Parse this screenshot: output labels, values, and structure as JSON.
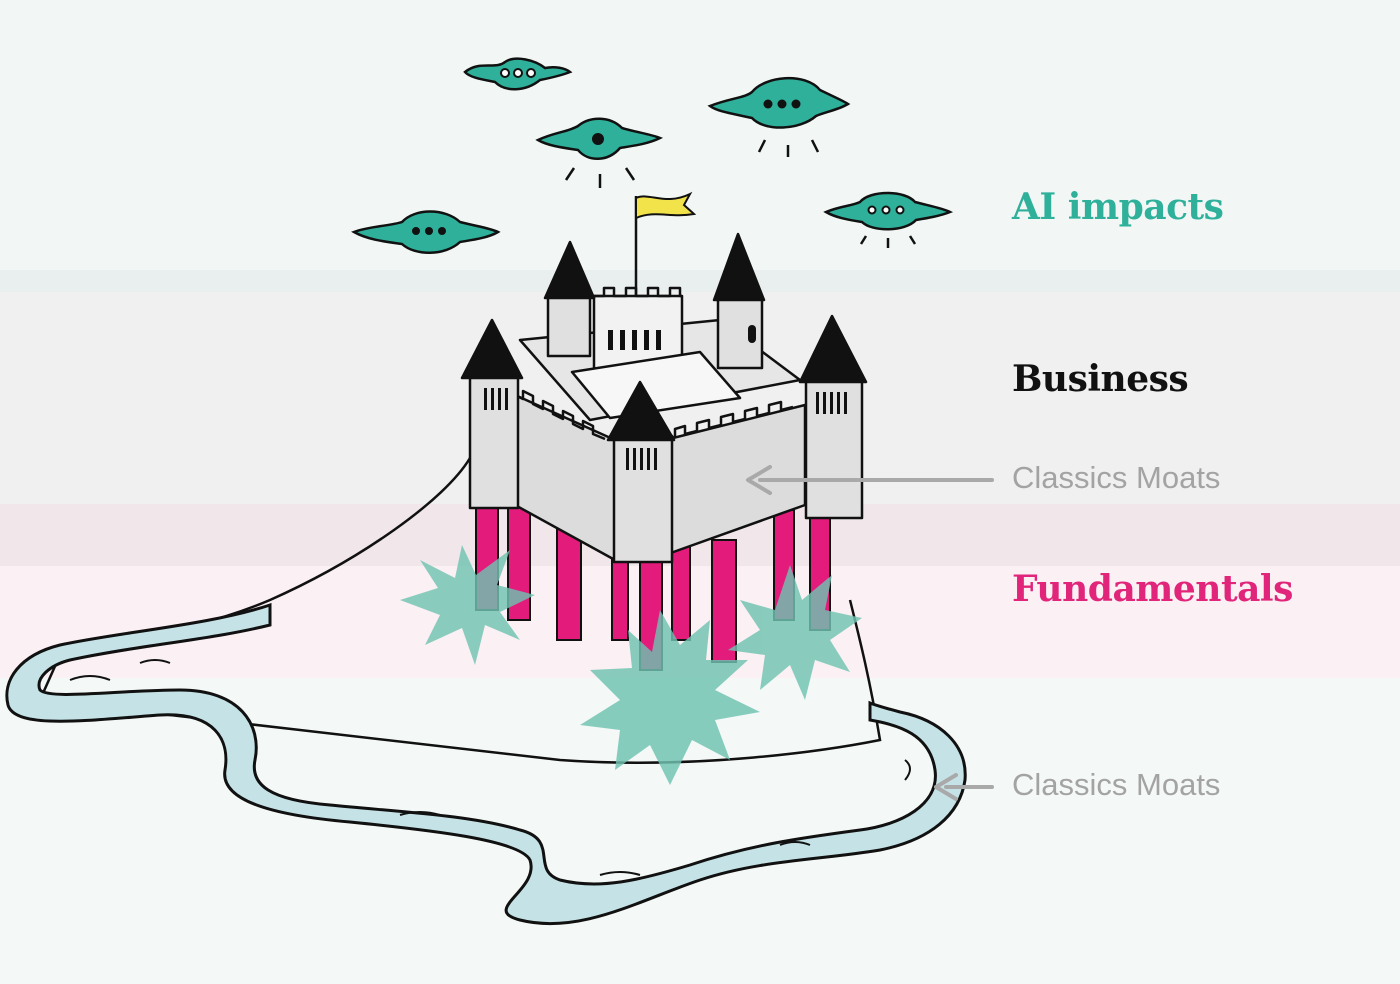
{
  "labels": {
    "ai_impacts": "AI impacts",
    "business": "Business",
    "classics_moats_upper": "Classics Moats",
    "fundamentals": "Fundamentals",
    "classics_moats_lower": "Classics Moats"
  },
  "colors": {
    "ai_teal": "#2fb09a",
    "fundamentals_pink": "#e0257a",
    "moat_water": "#c5e3e6",
    "arrow_gray": "#a9a9a9",
    "flag_yellow": "#f2e34b"
  },
  "icons": [
    "ufo-icon",
    "castle-icon",
    "flag-icon",
    "pillar-icon",
    "burst-icon",
    "moat-river-icon",
    "arrow-left-icon"
  ]
}
